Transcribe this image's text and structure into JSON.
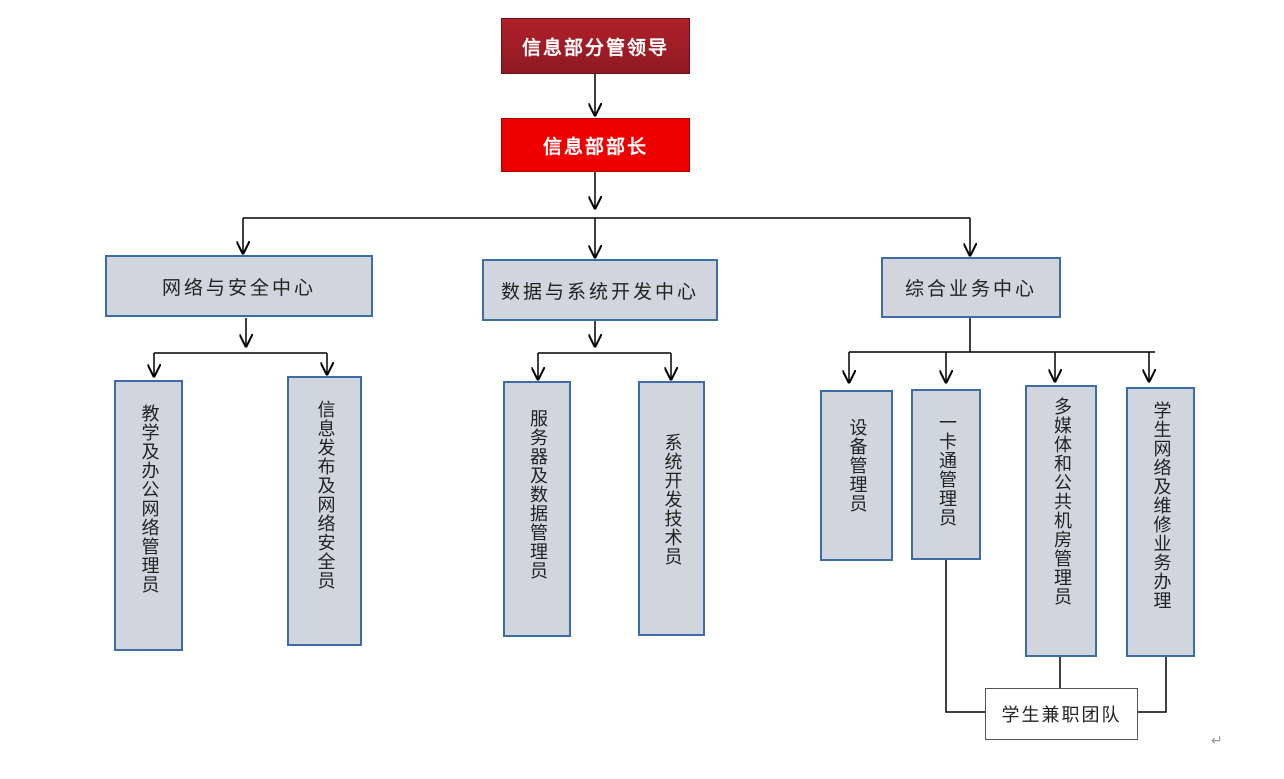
{
  "nodes": {
    "lead": "信息部分管领导",
    "head": "信息部部长",
    "center_network": "网络与安全中心",
    "center_data": "数据与系统开发中心",
    "center_general": "综合业务中心",
    "role_teaching": "教学及办公网络管理员",
    "role_info": "信息发布及网络安全员",
    "role_server": "服务器及数据管理员",
    "role_sysdev": "系统开发技术员",
    "role_equipment": "设备管理员",
    "role_card": "一卡通管理员",
    "role_multimedia": "多媒体和公共机房管理员",
    "role_student_net": "学生网络及维修业务办理",
    "team": "学生兼职团队"
  },
  "mark": "↵"
}
